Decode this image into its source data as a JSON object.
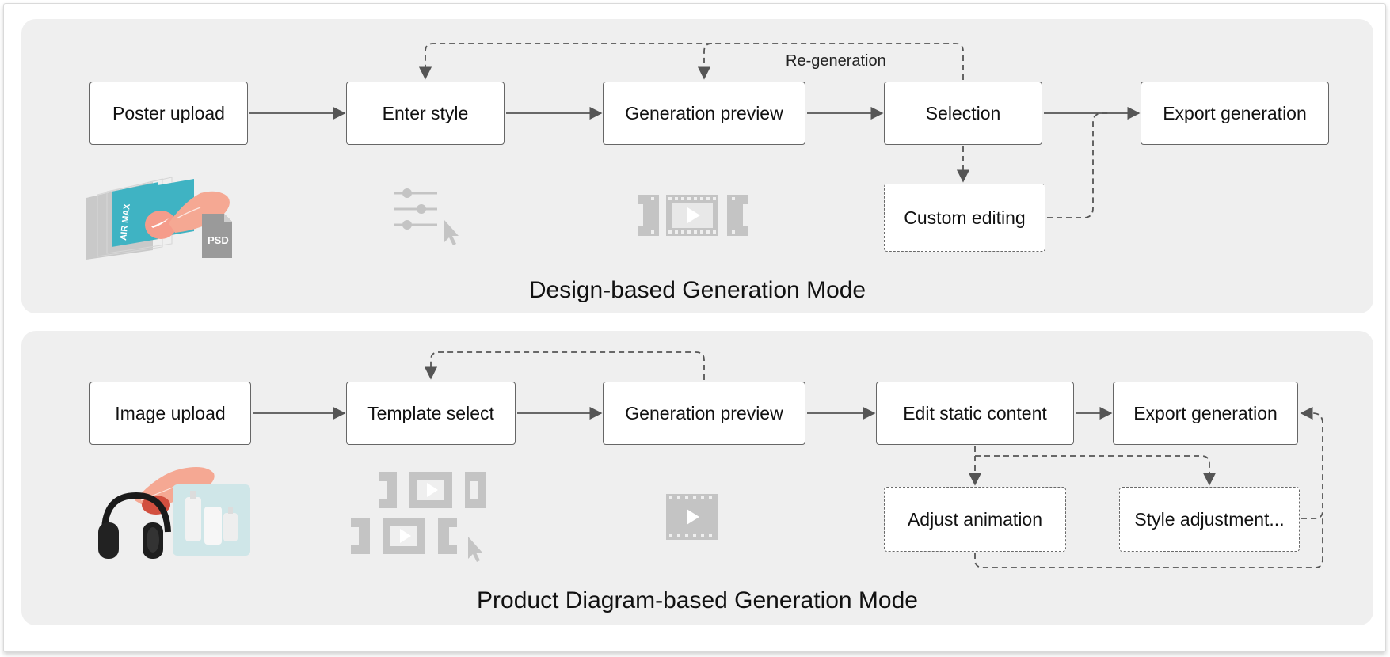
{
  "design_mode": {
    "title": "Design-based Generation Mode",
    "nodes": {
      "poster_upload": "Poster upload",
      "enter_style": "Enter style",
      "generation_preview": "Generation preview",
      "selection": "Selection",
      "export_generation": "Export generation",
      "custom_editing": "Custom editing"
    },
    "regeneration_label": "Re-generation",
    "thumbnail_psd_label": "PSD",
    "thumbnail_poster_text": "AIR MAX"
  },
  "product_mode": {
    "title": "Product Diagram-based Generation Mode",
    "nodes": {
      "image_upload": "Image upload",
      "template_select": "Template select",
      "generation_preview": "Generation preview",
      "edit_static_content": "Edit static content",
      "export_generation": "Export generation",
      "adjust_animation": "Adjust animation",
      "style_adjustment": "Style adjustment..."
    }
  },
  "colors": {
    "panel_background": "#efefef",
    "node_border": "#666666",
    "arrow": "#555555",
    "icon_gray": "#c4c4c4",
    "poster_teal": "#3fb3c3",
    "sneaker_pink": "#f5a893"
  }
}
